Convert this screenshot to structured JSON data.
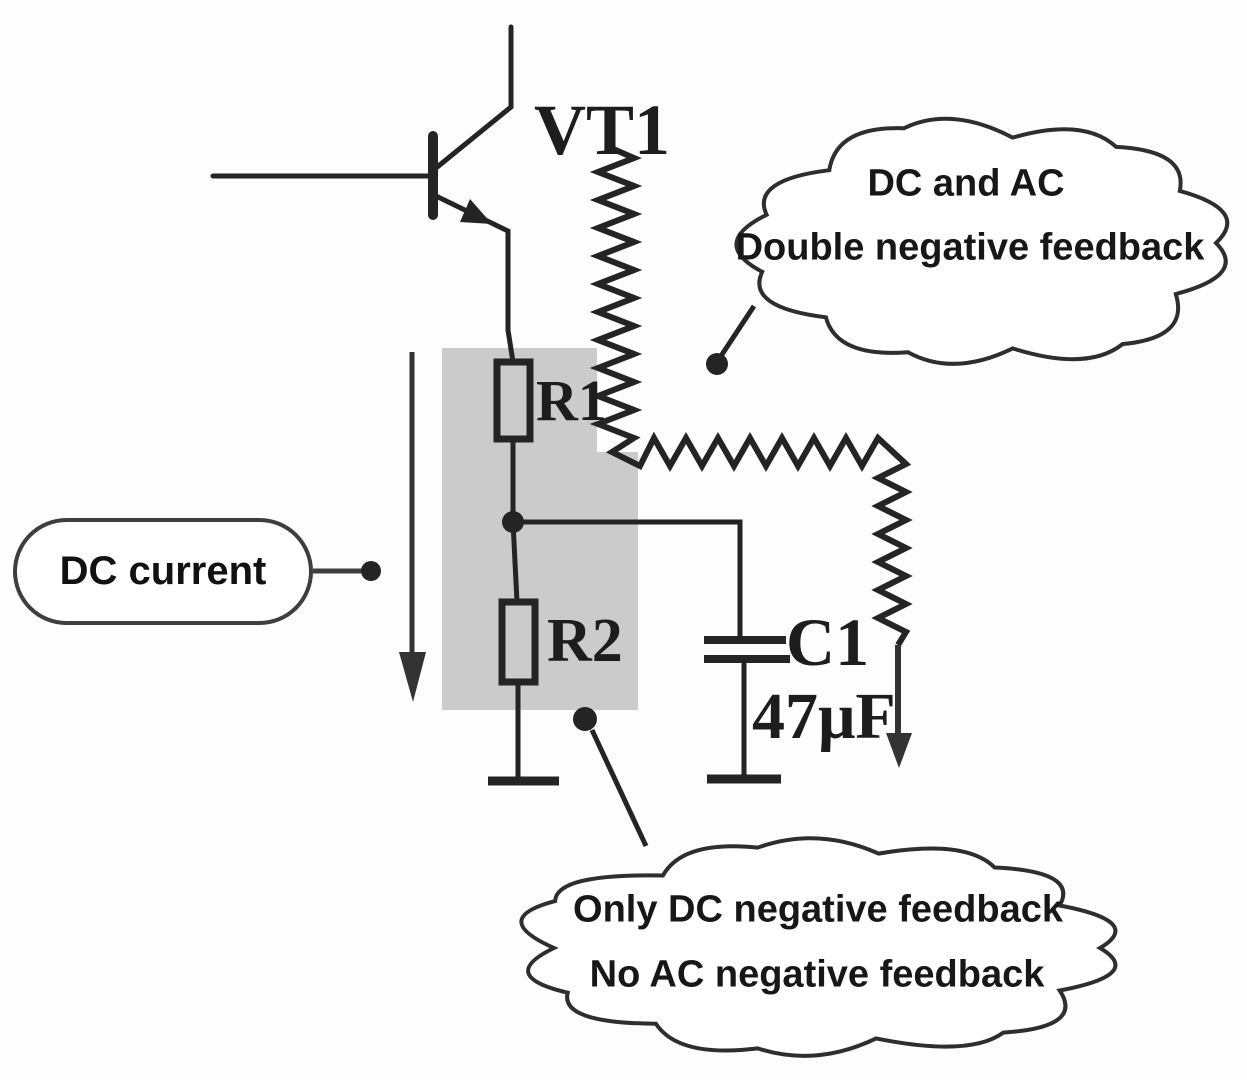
{
  "diagram": {
    "title_implied": "Transistor feedback circuit",
    "transistor_label": "VT1",
    "r1_label": "R1",
    "r2_label": "R2",
    "cap_label": "C1",
    "cap_value": "47μF",
    "dc_current_label": "DC current",
    "cloud_top": {
      "line1": "DC and AC",
      "line2": "Double negative feedback"
    },
    "cloud_bottom": {
      "line1": "Only DC negative feedback",
      "line2": "No AC negative feedback"
    },
    "colors": {
      "ink": "#242424",
      "highlight_box": "#cbcbcb",
      "cloud_stroke": "#2e2e2e",
      "arrow": "#333333"
    }
  }
}
